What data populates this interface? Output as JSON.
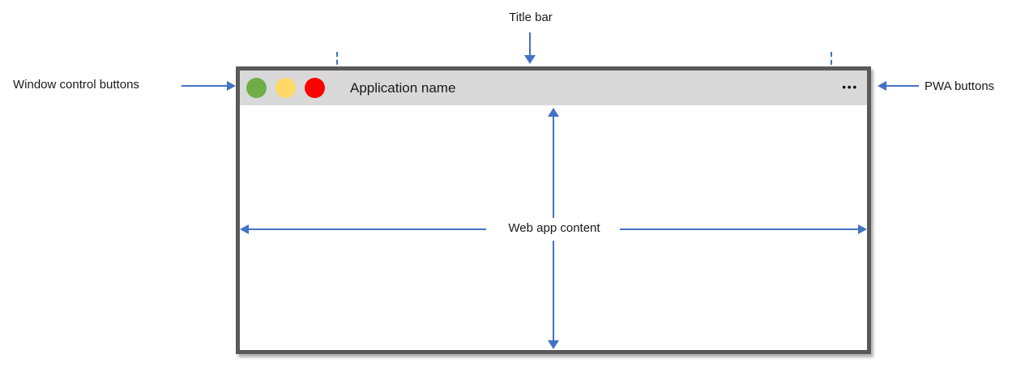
{
  "annotations": {
    "title_bar_label": "Title bar",
    "window_controls_label": "Window control buttons",
    "pwa_buttons_label": "PWA buttons",
    "content_label": "Web app content"
  },
  "window": {
    "app_name": "Application name",
    "pwa_menu_glyph": "•••"
  },
  "colors": {
    "arrow": "#4472C4",
    "window_border": "#595959",
    "titlebar_bg": "#D9D9D9",
    "content_bg": "#FFFFFF",
    "control_green": "#70AD47",
    "control_yellow": "#FFD966",
    "control_red": "#FF0000",
    "label_text": "#1A1A1A"
  }
}
